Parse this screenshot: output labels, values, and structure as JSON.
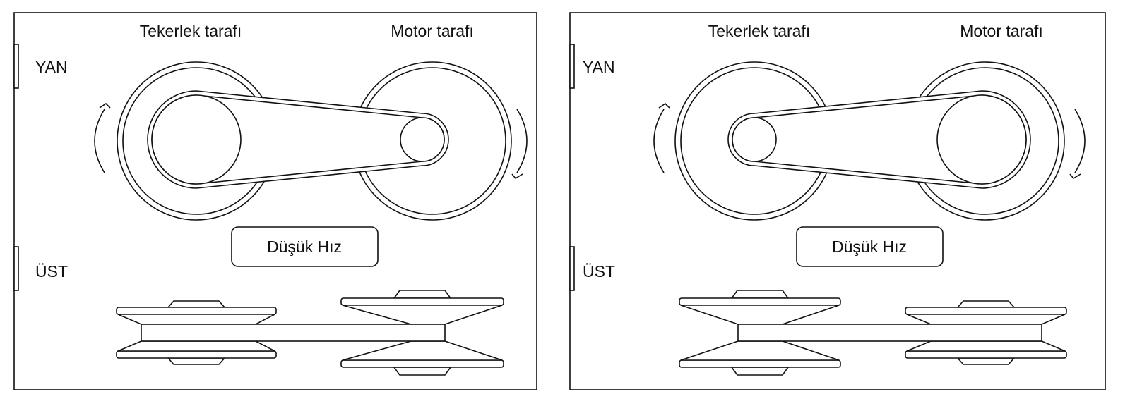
{
  "panels": [
    {
      "wheel_side_label": "Tekerlek tarafı",
      "motor_side_label": "Motor tarafı",
      "side_view_label": "YAN",
      "top_view_label": "ÜST",
      "speed_label": "Düşük Hız"
    },
    {
      "wheel_side_label": "Tekerlek tarafı",
      "motor_side_label": "Motor tarafı",
      "side_view_label": "YAN",
      "top_view_label": "ÜST",
      "speed_label": "Düşük Hız"
    }
  ],
  "colors": {
    "line": "#111111",
    "background": "#ffffff"
  }
}
